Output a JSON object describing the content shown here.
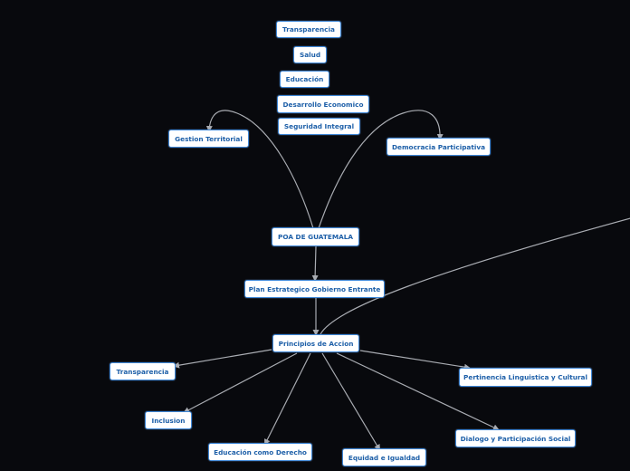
{
  "colors": {
    "background": "#08090d",
    "link": "#a9acb2",
    "node_border": "#3d86d6",
    "node_text": "#1d5fa8"
  },
  "nodes": {
    "transparencia_top": "Transparencia",
    "salud": "Salud",
    "educacion": "Educación",
    "desarrollo": "Desarrollo Economico",
    "seguridad": "Seguridad Integral",
    "gestion": "Gestion Territorial",
    "democracia": "Democracia Participativa",
    "poa": "POA DE GUATEMALA",
    "plan": "Plan Estrategico Gobierno Entrante",
    "principios": "Principios de Accion",
    "transparencia_bottom": "Transparencia",
    "inclusion": "Inclusion",
    "educacion_derecho": "Educación como Derecho",
    "equidad": "Equidad e Igualdad",
    "pertinencia": "Pertinencia Linguistica y Cultural",
    "dialogo": "Dialogo y Participación Social"
  }
}
